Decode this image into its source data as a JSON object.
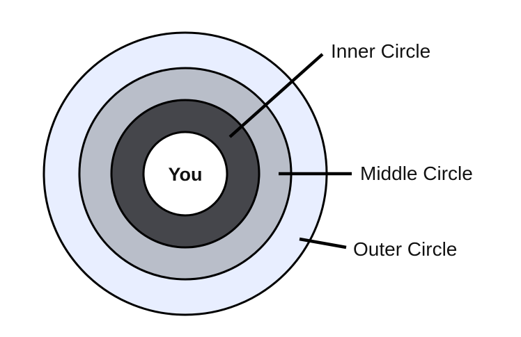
{
  "diagram": {
    "center_label": "You",
    "labels": {
      "inner": "Inner Circle",
      "middle": "Middle Circle",
      "outer": "Outer Circle"
    },
    "colors": {
      "outer_fill": "#e8eeff",
      "middle_fill": "#b9bec9",
      "inner_fill": "#45464b",
      "center_fill": "#ffffff",
      "stroke": "#000000"
    }
  }
}
